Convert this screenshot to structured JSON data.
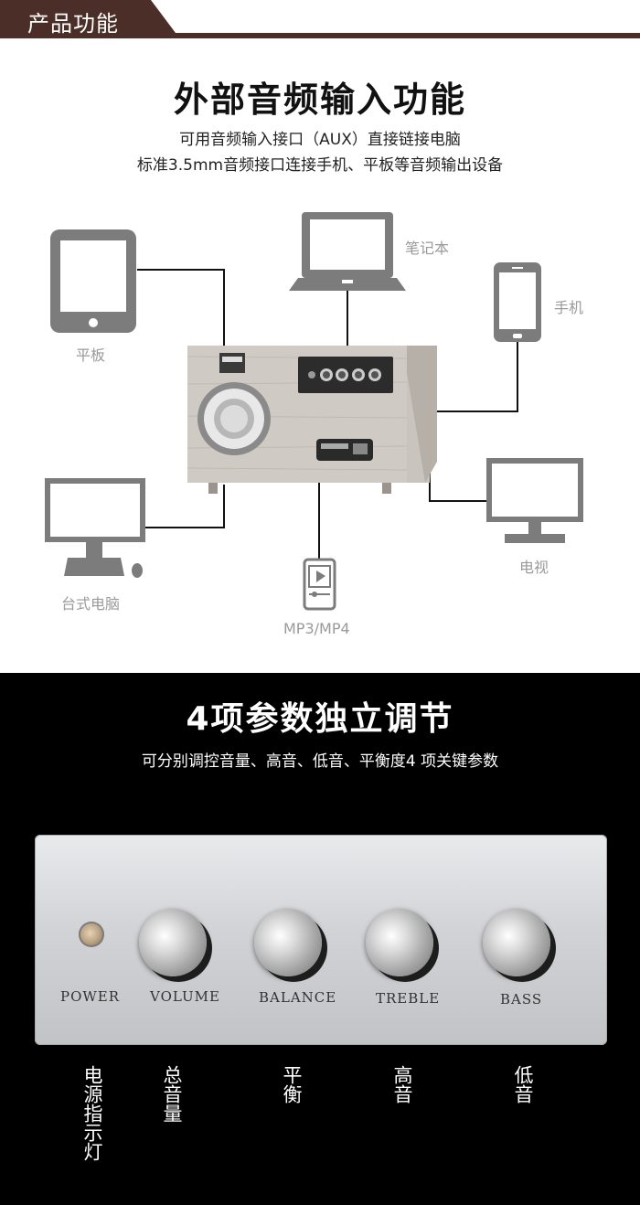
{
  "header": {
    "label": "产品功能"
  },
  "section1": {
    "title": "外部音频输入功能",
    "subtitle_line1": "可用音频输入接口（AUX）直接链接电脑",
    "subtitle_line2": "标准3.5mm音频接口连接手机、平板等音频输出设备",
    "devices": {
      "tablet": "平板",
      "laptop": "笔记本",
      "phone": "手机",
      "desktop": "台式电脑",
      "mp3": "MP3/MP4",
      "tv": "电视"
    }
  },
  "section2": {
    "title": "4项参数独立调节",
    "subtitle": "可分别调控音量、高音、低音、平衡度4 项关键参数",
    "panel": {
      "power": "POWER",
      "volume": "VOLUME",
      "balance": "BALANCE",
      "treble": "TREBLE",
      "bass": "BASS"
    },
    "captions": {
      "power": "电源指示灯",
      "volume": "总音量",
      "balance": "平衡",
      "treble": "高音",
      "bass": "低音"
    }
  },
  "colors": {
    "header_bar": "#4a2e27",
    "line": "#111111",
    "icon_gray": "#7c7c7c"
  }
}
